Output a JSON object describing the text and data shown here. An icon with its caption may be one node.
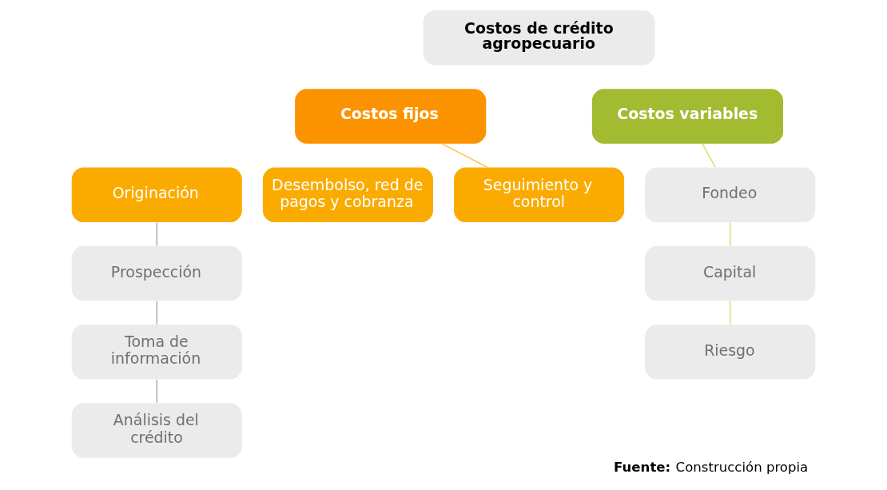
{
  "diagram": {
    "caption": "**Fuente:** Construcción propia",
    "nodes": [
      {
        "text": [
          "Costos de crédito agropecuario"
        ]
      },
      {
        "text": [
          "Costos fijos"
        ]
      },
      {
        "text": [
          "Costos variables"
        ]
      },
      {
        "text": [
          "Originación"
        ]
      },
      {
        "text": [
          "Desembolso, red de pagos y cobranza"
        ]
      },
      {
        "text": [
          "Seguimiento y control"
        ]
      },
      {
        "text": [
          "Prospección"
        ]
      },
      {
        "text": [
          "Toma de información"
        ]
      },
      {
        "text": [
          "Análisis del crédito"
        ]
      },
      {
        "text": [
          "Fondeo"
        ]
      },
      {
        "text": [
          "Capital"
        ]
      },
      {
        "text": [
          "Riesgo"
        ]
      }
    ],
    "edges": [
      {
        "from": 1,
        "to": 5,
        "arrow": "none",
        "color": "#fcc33c"
      },
      {
        "from": 3,
        "to": 6,
        "arrow": "none"
      },
      {
        "from": 6,
        "to": 7,
        "arrow": "none"
      },
      {
        "from": 7,
        "to": 8,
        "arrow": "none"
      },
      {
        "from": 2,
        "to": 9,
        "arrow": "none",
        "color": "#cde35a"
      },
      {
        "from": 9,
        "to": 10,
        "arrow": "none",
        "color": "#cde35a"
      },
      {
        "from": 10,
        "to": 11,
        "arrow": "none",
        "color": "#cde35a"
      }
    ]
  }
}
